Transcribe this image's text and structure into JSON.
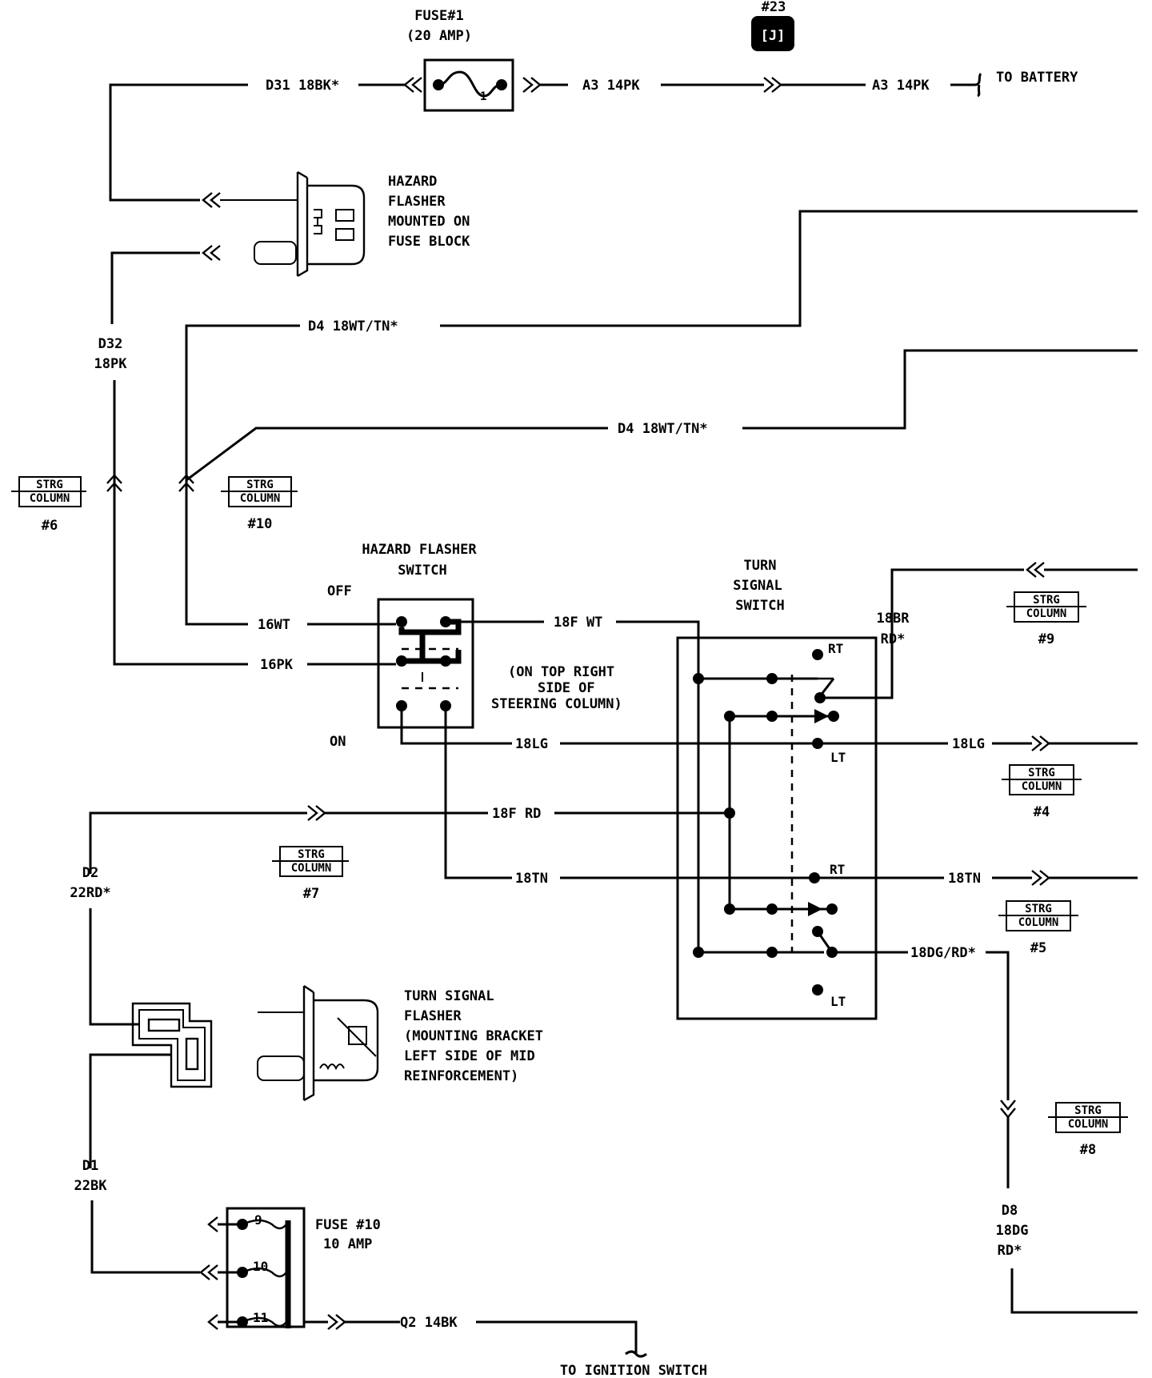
{
  "fuse1": {
    "line1": "FUSE#1",
    "line2": "(20 AMP)",
    "pin": "1"
  },
  "badge": {
    "number": "#23",
    "glyph": "[J]"
  },
  "wires": {
    "d31": "D31  18BK*",
    "a3_left": "A3  14PK",
    "a3_right": "A3  14PK",
    "to_battery": "TO  BATTERY",
    "d32_line1": "D32",
    "d32_line2": "18PK",
    "d4_upper": "D4  18WT/TN*",
    "d4_lower": "D4  18WT/TN*",
    "wt16": "16WT",
    "pk16": "16PK",
    "ft18": "18F  WT",
    "lg18_left": "18LG",
    "lg18_right": "18LG",
    "frd18": "18F  RD",
    "tn18_left": "18TN",
    "tn18_right": "18TN",
    "br_line1": "18BR",
    "br_line2": "RD*",
    "dg_rd": "18DG/RD*",
    "d2_line1": "D2",
    "d2_line2": "22RD*",
    "d1_line1": "D1",
    "d1_line2": "22BK",
    "q2": "Q2  14BK",
    "d8_line1": "D8",
    "d8_line2": "18DG",
    "d8_line3": "RD*",
    "to_ignition": "TO  IGNITION  SWITCH"
  },
  "hazard_flasher": {
    "line1": "HAZARD",
    "line2": "FLASHER",
    "line3": "MOUNTED  ON",
    "line4": "FUSE  BLOCK"
  },
  "hazard_switch": {
    "title1": "HAZARD  FLASHER",
    "title2": "SWITCH",
    "off": "OFF",
    "on": "ON",
    "note1": "(ON  TOP  RIGHT",
    "note2": "SIDE  OF",
    "note3": "STEERING  COLUMN)"
  },
  "turn_switch": {
    "title1": "TURN",
    "title2": "SIGNAL",
    "title3": "SWITCH",
    "rt": "RT",
    "lt": "LT"
  },
  "turn_flasher": {
    "line1": "TURN  SIGNAL",
    "line2": "FLASHER",
    "line3": "(MOUNTING  BRACKET",
    "line4": "LEFT  SIDE  OF  MID",
    "line5": "REINFORCEMENT)"
  },
  "fuse10": {
    "line1": "FUSE  #10",
    "line2": "10  AMP",
    "pin9": "9",
    "pin10": "10",
    "pin11": "11"
  },
  "connectors": [
    {
      "label1": "STRG",
      "label2": "COLUMN",
      "pin": "#6"
    },
    {
      "label1": "STRG",
      "label2": "COLUMN",
      "pin": "#10"
    },
    {
      "label1": "STRG",
      "label2": "COLUMN",
      "pin": "#9"
    },
    {
      "label1": "STRG",
      "label2": "COLUMN",
      "pin": "#4"
    },
    {
      "label1": "STRG",
      "label2": "COLUMN",
      "pin": "#7"
    },
    {
      "label1": "STRG",
      "label2": "COLUMN",
      "pin": "#5"
    },
    {
      "label1": "STRG",
      "label2": "COLUMN",
      "pin": "#8"
    }
  ]
}
